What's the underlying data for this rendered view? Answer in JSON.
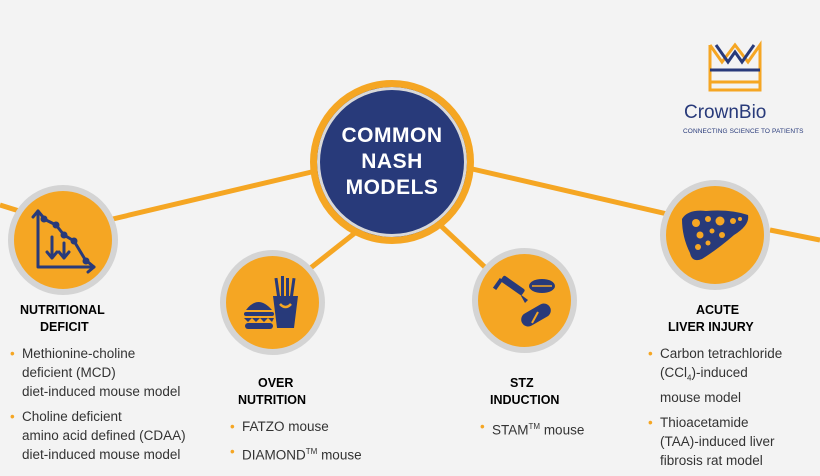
{
  "hub": {
    "lines": [
      "COMMON",
      "NASH",
      "MODELS"
    ]
  },
  "brand": {
    "name": "CrownBio",
    "tagline": "CONNECTING SCIENCE TO PATIENTS"
  },
  "categories": {
    "nutritional": {
      "title": [
        "NUTRITIONAL",
        "DEFICIT"
      ],
      "items": [
        {
          "lines": [
            "Methionine-choline",
            "deficient (MCD)",
            "diet-induced mouse model"
          ]
        },
        {
          "lines": [
            "Choline deficient",
            "amino acid defined (CDAA)",
            "diet-induced mouse model"
          ]
        }
      ]
    },
    "over_nutrition": {
      "title": [
        "OVER",
        "NUTRITION"
      ],
      "items": [
        {
          "text": "FATZO mouse"
        },
        {
          "pre": "DIAMOND",
          "sup": "TM",
          "post": " mouse"
        }
      ]
    },
    "stz": {
      "title": [
        "STZ",
        "INDUCTION"
      ],
      "items": [
        {
          "pre": "STAM",
          "sup": "TM",
          "post": " mouse"
        }
      ]
    },
    "acute": {
      "title": [
        "ACUTE",
        "LIVER INJURY"
      ],
      "items": [
        {
          "l1": "Carbon tetrachloride",
          "l2_pre": "(CCl",
          "l2_sub": "4",
          "l2_post": ")-induced",
          "l3": "mouse model"
        },
        {
          "lines": [
            "Thioacetamide",
            "(TAA)-induced liver",
            "fibrosis rat model"
          ]
        }
      ]
    }
  },
  "icons": [
    "declining-chart-icon",
    "burger-fries-icon",
    "syringe-pill-icon",
    "liver-icon"
  ],
  "colors": {
    "orange": "#f5a623",
    "navy": "#283a7a",
    "ring": "#d4d4d4"
  }
}
